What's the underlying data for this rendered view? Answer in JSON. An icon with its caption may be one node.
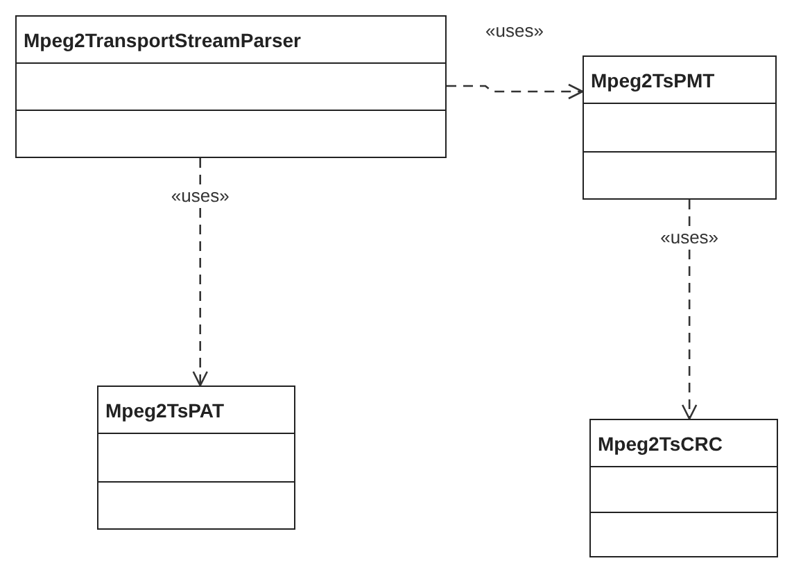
{
  "diagram": {
    "nodes": [
      {
        "text": [
          "Mpeg2TransportStreamParser"
        ]
      },
      {
        "text": [
          "Mpeg2TsPMT"
        ]
      },
      {
        "text": [
          "Mpeg2TsPAT"
        ]
      },
      {
        "text": [
          "Mpeg2TsCRC"
        ]
      }
    ],
    "edges": [
      {
        "from": 0,
        "to": 1,
        "arrow": "to",
        "label": "«uses»",
        "style": "dashed"
      },
      {
        "from": 0,
        "to": 2,
        "arrow": "to",
        "label": "«uses»",
        "style": "dashed"
      },
      {
        "from": 1,
        "to": 3,
        "arrow": "to",
        "label": "«uses»",
        "style": "dashed"
      }
    ]
  }
}
